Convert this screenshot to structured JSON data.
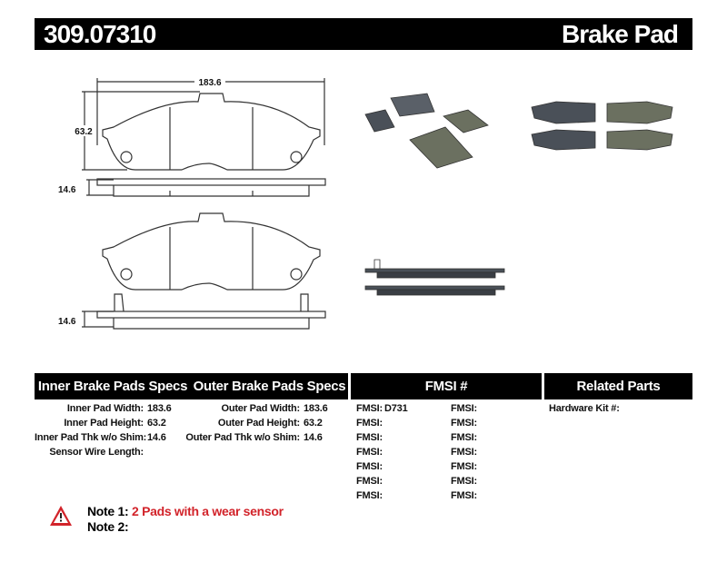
{
  "header": {
    "part_number": "309.07310",
    "product_type": "Brake Pad"
  },
  "drawing": {
    "width_dim": "183.6",
    "height_dim": "63.2",
    "thickness_dim_top": "14.6",
    "thickness_dim_bottom": "14.6"
  },
  "columns": {
    "inner": {
      "title": "Inner Brake Pads Specs",
      "rows": [
        {
          "label": "Inner Pad Width:",
          "value": "183.6"
        },
        {
          "label": "Inner Pad Height:",
          "value": "63.2"
        },
        {
          "label": "Inner Pad Thk w/o Shim:",
          "value": "14.6"
        },
        {
          "label": "Sensor Wire Length:",
          "value": ""
        }
      ]
    },
    "outer": {
      "title": "Outer Brake Pads Specs",
      "rows": [
        {
          "label": "Outer Pad Width:",
          "value": "183.6"
        },
        {
          "label": "Outer Pad Height:",
          "value": "63.2"
        },
        {
          "label": "Outer Pad Thk w/o Shim:",
          "value": "14.6"
        }
      ]
    },
    "fmsi": {
      "title": "FMSI #",
      "label": "FMSI:",
      "left": [
        "D731",
        "",
        "",
        "",
        "",
        "",
        ""
      ],
      "right": [
        "",
        "",
        "",
        "",
        "",
        "",
        ""
      ]
    },
    "related": {
      "title": "Related Parts",
      "rows": [
        {
          "label": "Hardware Kit #:",
          "value": ""
        }
      ]
    }
  },
  "notes": [
    {
      "label": "Note 1:",
      "text": "2 Pads with a wear sensor"
    },
    {
      "label": "Note 2:",
      "text": ""
    }
  ],
  "colors": {
    "bar": "#000000",
    "note_red": "#d2232a",
    "pad_friction": "#6b7060",
    "pad_plate": "#4a5058"
  },
  "icons": {
    "warning": "warning-triangle-icon"
  }
}
